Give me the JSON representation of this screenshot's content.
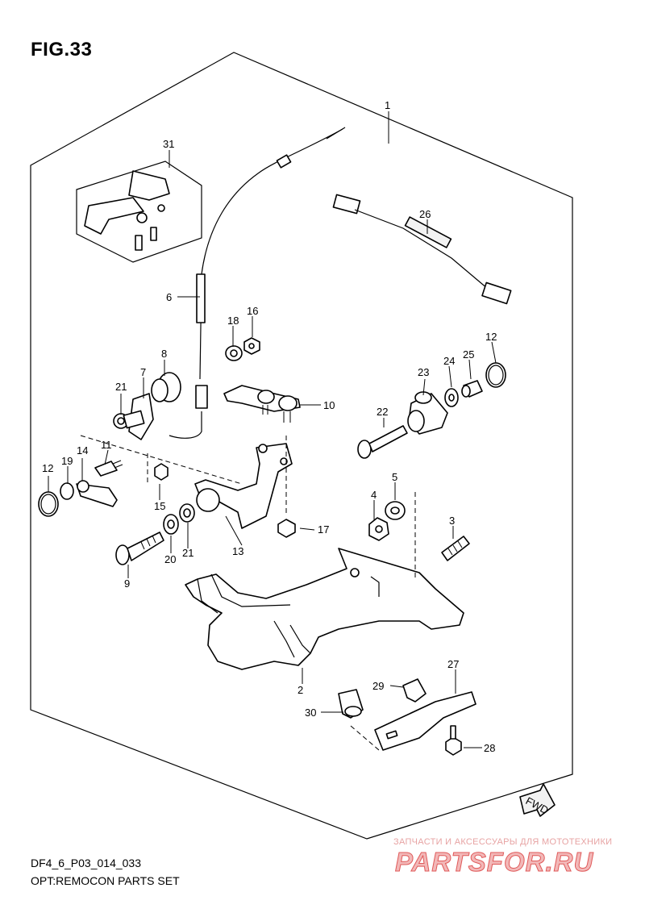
{
  "figure": {
    "title": "FIG.33",
    "code": "DF4_6_P03_014_033",
    "name": "OPT:REMOCON PARTS SET"
  },
  "callouts": [
    "1",
    "2",
    "3",
    "4",
    "5",
    "6",
    "7",
    "8",
    "9",
    "10",
    "11",
    "12",
    "12",
    "13",
    "14",
    "15",
    "16",
    "17",
    "18",
    "19",
    "20",
    "21",
    "21",
    "22",
    "23",
    "24",
    "25",
    "26",
    "27",
    "28",
    "29",
    "30",
    "31"
  ],
  "direction_badge": "FWD",
  "watermark": {
    "caption": "ЗАПЧАСТИ И АКСЕССУАРЫ ДЛЯ МОТОТЕХНИКИ",
    "logo": "PARTSFOR.RU"
  },
  "colors": {
    "line": "#000000",
    "watermark": "#e05a5a"
  }
}
